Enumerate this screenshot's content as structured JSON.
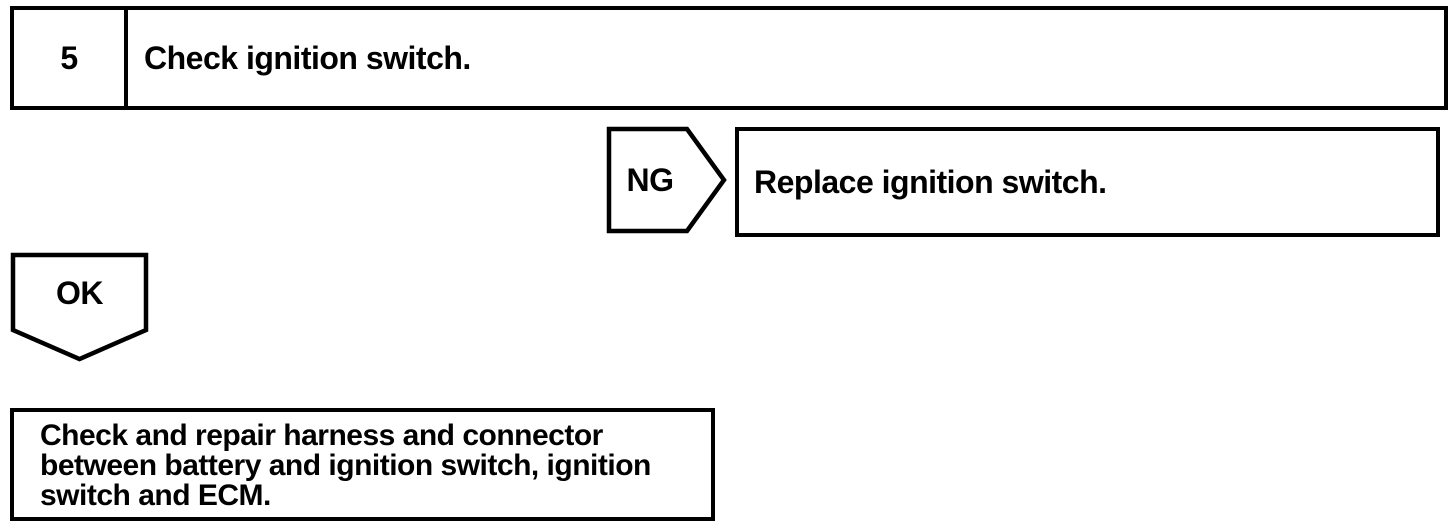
{
  "flowchart": {
    "step": {
      "number": "5",
      "title": "Check ignition switch."
    },
    "ng_branch": {
      "label": "NG",
      "action": "Replace ignition switch."
    },
    "ok_branch": {
      "label": "OK",
      "action_lines": [
        "Check and repair harness and connector",
        "between battery and ignition switch, ignition",
        "switch and ECM."
      ]
    },
    "colors": {
      "line": "#000000",
      "background": "#ffffff"
    }
  }
}
